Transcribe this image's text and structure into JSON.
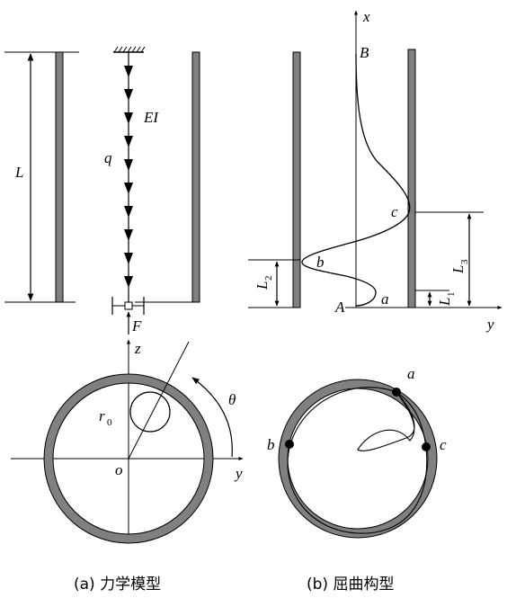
{
  "panel_a": {
    "labels": {
      "length": "L",
      "stiffness": "EI",
      "load": "q",
      "force": "F",
      "axis_z": "z",
      "axis_y": "y",
      "origin": "o",
      "radius": "r",
      "radius_sub": "0",
      "angle": "θ"
    },
    "caption": "(a) 力学模型"
  },
  "panel_b": {
    "labels": {
      "axis_x": "x",
      "axis_y": "y",
      "point_A": "A",
      "point_B": "B",
      "point_a": "a",
      "point_b": "b",
      "point_c": "c",
      "L1": "L",
      "L1_sub": "1",
      "L2": "L",
      "L2_sub": "2",
      "L3": "L",
      "L3_sub": "3",
      "cross_a": "a",
      "cross_b": "b",
      "cross_c": "c"
    },
    "caption": "(b) 屈曲构型"
  },
  "colors": {
    "wall_fill": "#808080",
    "line": "#000000",
    "background": "#ffffff"
  }
}
